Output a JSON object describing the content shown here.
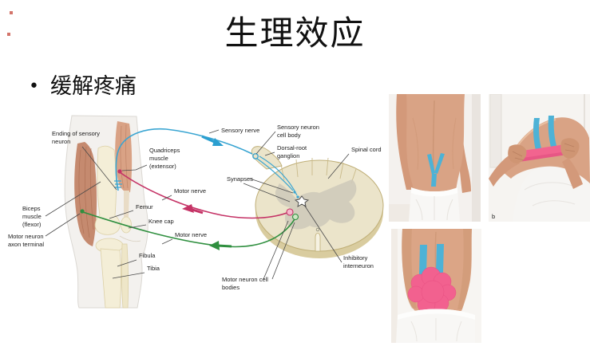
{
  "slide": {
    "title": "生理效应",
    "bullet_marker": "•",
    "bullet_text": "缓解疼痛"
  },
  "diagram": {
    "labels": {
      "ending_sensory": {
        "line1": "Ending of sensory",
        "line2": "neuron"
      },
      "quadriceps": {
        "line1": "Quadriceps",
        "line2": "muscle",
        "line3": "(extensor)"
      },
      "sensory_nerve": "Sensory nerve",
      "sensory_neuron_cell_body": {
        "line1": "Sensory neuron",
        "line2": "cell body"
      },
      "dorsal_root_ganglion": {
        "line1": "Dorsal-root",
        "line2": "ganglion"
      },
      "spinal_cord": "Spinal cord",
      "synapses": "Synapses",
      "motor_nerve_upper": "Motor nerve",
      "femur": "Femur",
      "knee_cap": "Knee cap",
      "motor_nerve_lower": "Motor nerve",
      "biceps": {
        "line1": "Biceps",
        "line2": "muscle",
        "line3": "(flexor)"
      },
      "motor_neuron_axon_terminal": {
        "line1": "Motor neuron",
        "line2": "axon terminal"
      },
      "fibula": "Fibula",
      "tibia": "Tibia",
      "motor_neuron_cell_bodies": {
        "line1": "Motor neuron cell",
        "line2": "bodies"
      },
      "inhibitory_interneuron": {
        "line1": "Inhibitory",
        "line2": "interneuron"
      }
    },
    "colors": {
      "sensory_nerve": "#3aa5d2",
      "motor_nerve_upper": "#c53366",
      "motor_nerve_lower": "#2f8f3f",
      "bone": "#f4eed7",
      "spinal_cord_body": "#ebe4ca"
    }
  },
  "photos": {
    "tape_blue": "#4db2d6",
    "tape_pink": "#f2648f",
    "photo2_mark": "b"
  }
}
